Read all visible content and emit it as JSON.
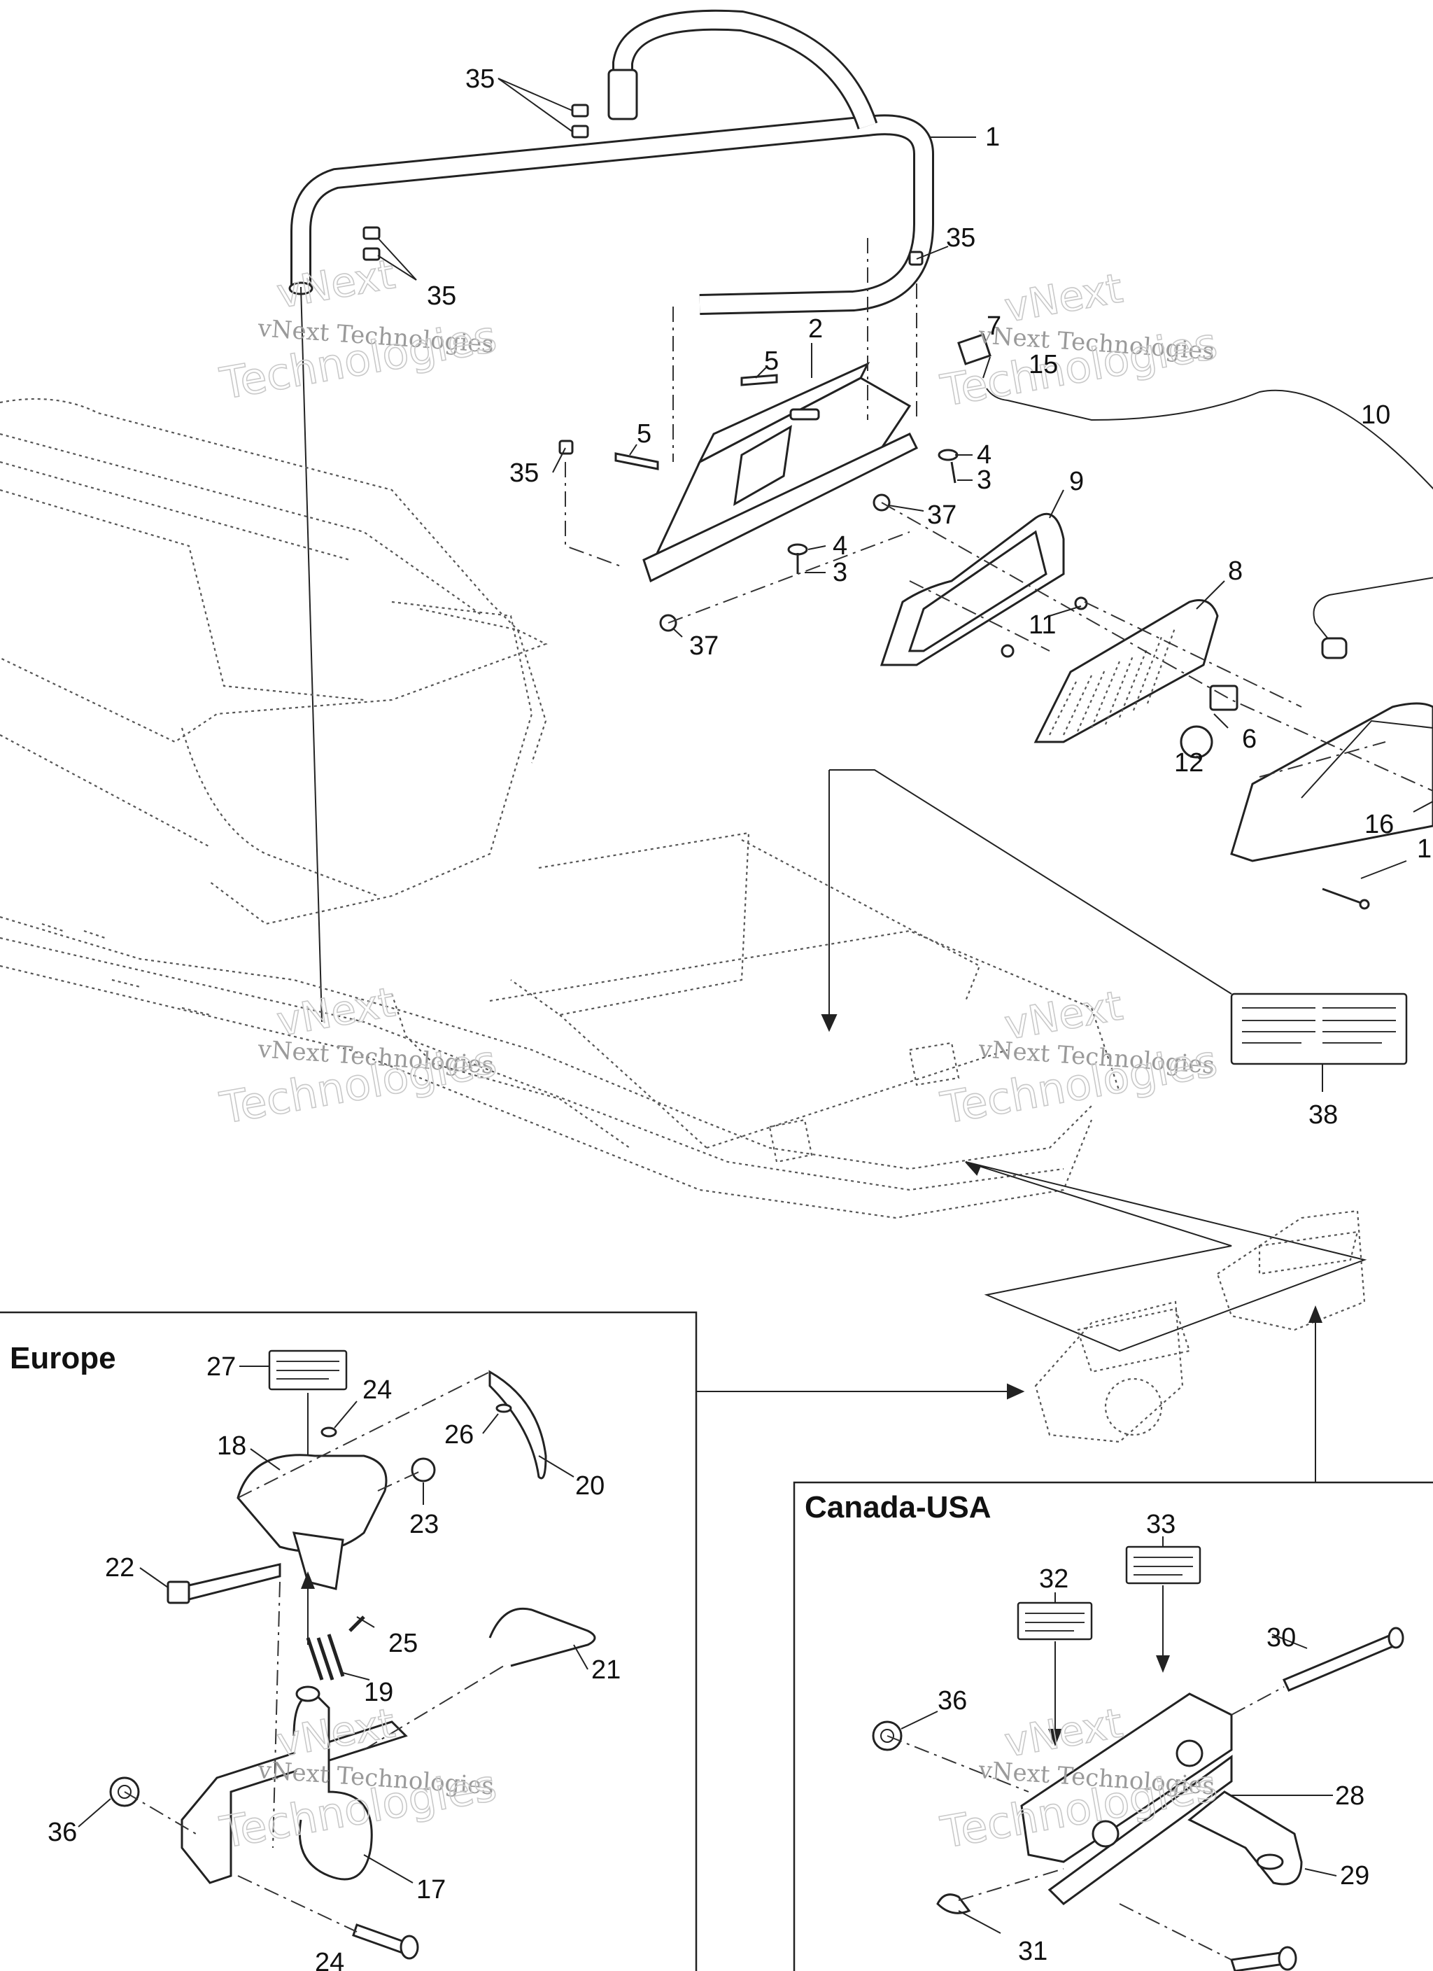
{
  "watermark": {
    "line1": "vNext Technologies",
    "line2": "Technologies",
    "ghost": "vNext"
  },
  "regions": {
    "europe": "Europe",
    "canada_usa": "Canada-USA"
  },
  "callouts": {
    "c1": "1",
    "c2": "2",
    "c3a": "3",
    "c3b": "3",
    "c4a": "4",
    "c4b": "4",
    "c5a": "5",
    "c5b": "5",
    "c6": "6",
    "c7": "7",
    "c8": "8",
    "c9": "9",
    "c10": "10",
    "c11": "11",
    "c12": "12",
    "c15": "15",
    "c16": "16",
    "c1b": "1",
    "c35a": "35",
    "c35b": "35",
    "c35c": "35",
    "c35d": "35",
    "c37a": "37",
    "c37b": "37",
    "c38": "38",
    "c17": "17",
    "c18": "18",
    "c19": "19",
    "c20": "20",
    "c21": "21",
    "c22": "22",
    "c23": "23",
    "c24a": "24",
    "c24b": "24",
    "c25": "25",
    "c26": "26",
    "c27": "27",
    "c36a": "36",
    "c28": "28",
    "c29": "29",
    "c30": "30",
    "c31": "31",
    "c32": "32",
    "c33": "33",
    "c36b": "36"
  },
  "colors": {
    "line": "#222222",
    "watermark": "#9a9a9a",
    "background": "#ffffff"
  }
}
